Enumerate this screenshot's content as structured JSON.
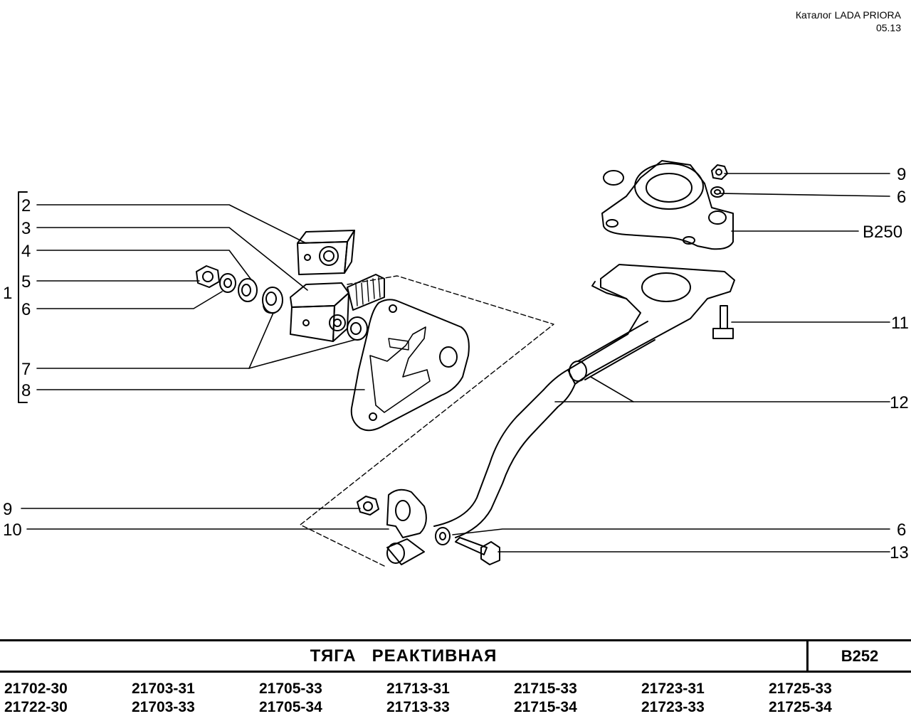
{
  "header": {
    "catalog": "Каталог  LADA  PRIORA",
    "date": "05.13"
  },
  "callouts": {
    "c1": "1",
    "c2": "2",
    "c3": "3",
    "c4": "4",
    "c5": "5",
    "c6a": "6",
    "c7": "7",
    "c8": "8",
    "c9a": "9",
    "c10": "10",
    "c9b": "9",
    "c6b": "6",
    "c6c": "6",
    "cB250": "B250",
    "c11": "11",
    "c12": "12",
    "c13": "13"
  },
  "footer": {
    "title_word1": "ТЯГА",
    "title_word2": "РЕАКТИВНАЯ",
    "code": "B252",
    "models": [
      "21702-30",
      "21703-31",
      "21705-33",
      "21713-31",
      "21715-33",
      "21723-31",
      "21725-33",
      "21722-30",
      "21703-33",
      "21705-34",
      "21713-33",
      "21715-34",
      "21723-33",
      "21725-34"
    ]
  }
}
